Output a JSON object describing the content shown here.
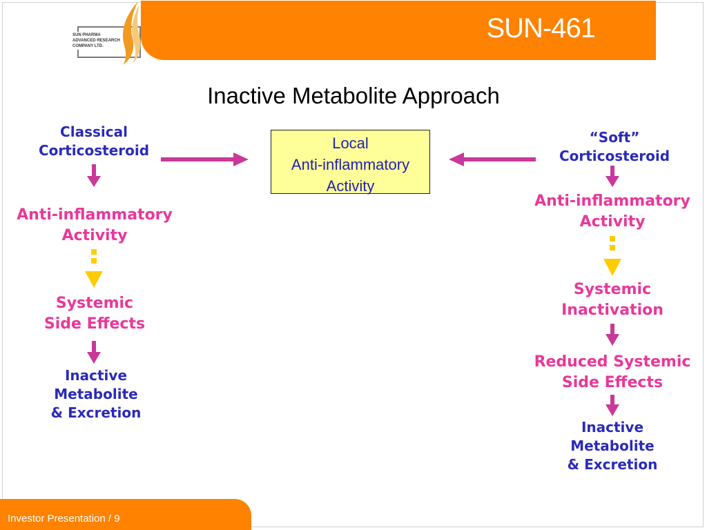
{
  "header": {
    "slide_code": "SUN-461",
    "logo": {
      "lines": [
        "SUN PHARMA",
        "ADVANCED RESEARCH",
        "COMPANY LTD."
      ]
    }
  },
  "title": "Inactive Metabolite Approach",
  "center_box": {
    "lines": [
      "Local",
      "Anti-inflammatory",
      "Activity"
    ]
  },
  "left_column": {
    "heading": [
      "Classical",
      "Corticosteroid"
    ],
    "step1": [
      "Anti-inflammatory",
      "Activity"
    ],
    "step2": [
      "Systemic",
      "Side Effects"
    ],
    "step3": [
      "Inactive",
      "Metabolite",
      "& Excretion"
    ]
  },
  "right_column": {
    "heading": [
      "“Soft”",
      "Corticosteroid"
    ],
    "step1": [
      "Anti-inflammatory",
      "Activity"
    ],
    "step2": [
      "Systemic",
      "Inactivation"
    ],
    "step3": [
      "Reduced Systemic",
      "Side Effects"
    ],
    "step4": [
      "Inactive",
      "Metabolite",
      "& Excretion"
    ]
  },
  "colors": {
    "accent_orange": "#ff8200",
    "arrow_magenta": "#c8399a",
    "arrow_dotted_yellow": "#ffcc00",
    "text_blue": "#2a2ab8",
    "text_pink": "#e8389a",
    "box_fill": "#ffff99"
  },
  "footer": {
    "text": "Investor Presentation / 9"
  }
}
